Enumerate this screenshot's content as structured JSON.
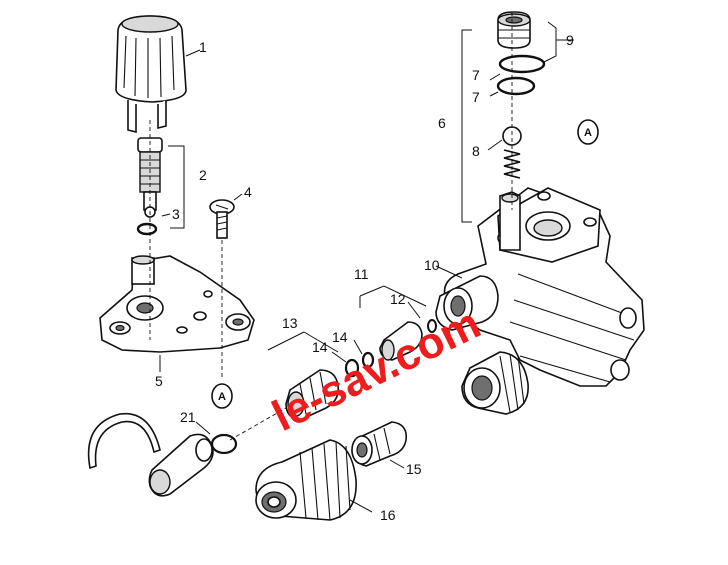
{
  "diagram": {
    "part_labels": {
      "p1": "1",
      "p2": "2",
      "p3": "3",
      "p4": "4",
      "p5": "5",
      "p6": "6",
      "p7a": "7",
      "p7b": "7",
      "p8": "8",
      "p9": "9",
      "p10": "10",
      "p11": "11",
      "p12": "12",
      "p13": "13",
      "p14a": "14",
      "p14b": "14",
      "p15": "15",
      "p16": "16",
      "p21": "21"
    },
    "reference_marks": {
      "a_left": "A",
      "a_right": "A"
    },
    "watermark": "le-sav.com",
    "colors": {
      "watermark": "#ee1c1c",
      "line": "#111111",
      "shade": "#d9d9d9"
    }
  }
}
